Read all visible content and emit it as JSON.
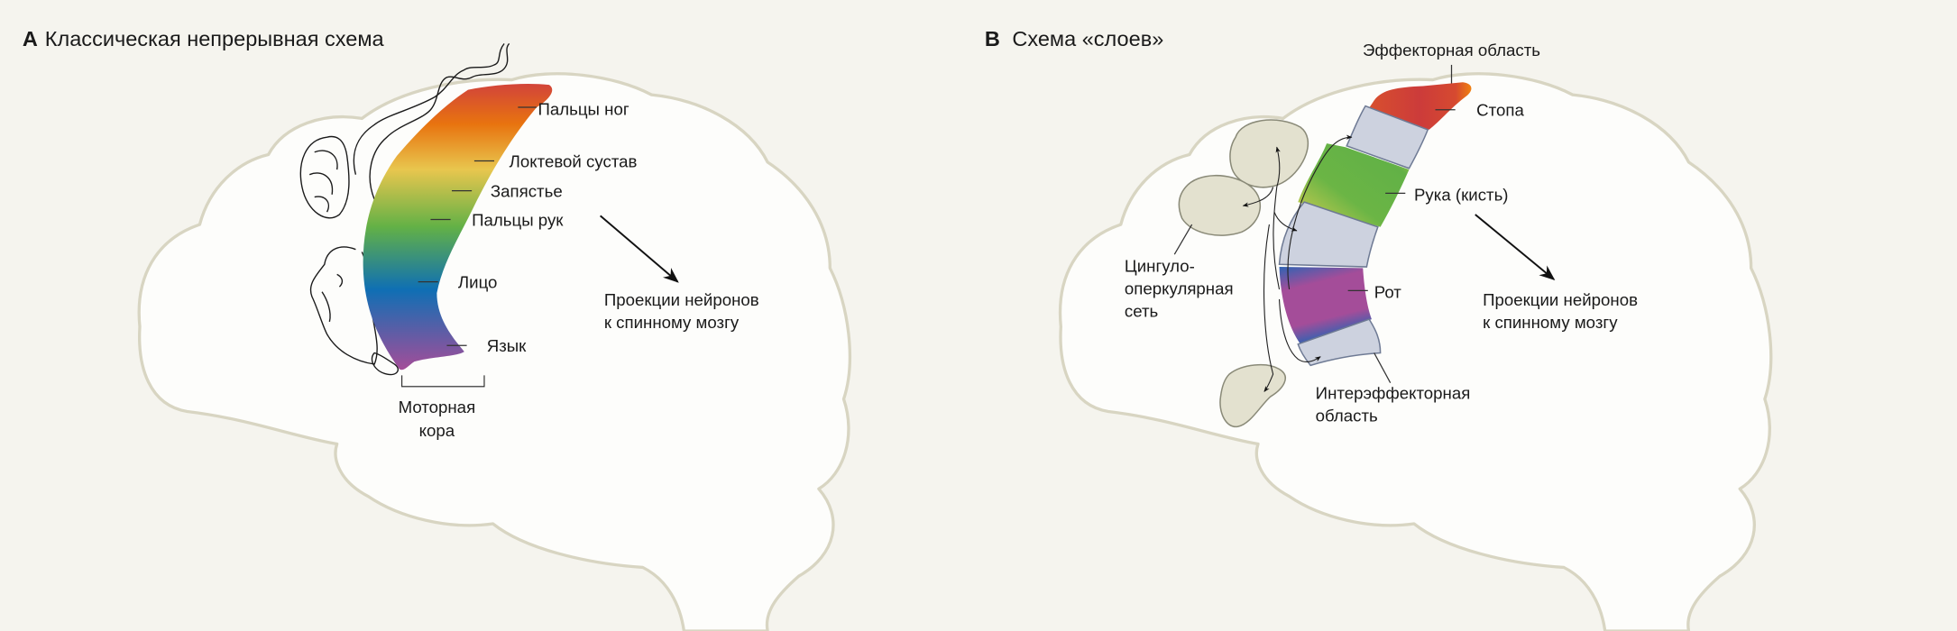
{
  "panel_a": {
    "letter": "A",
    "title": "Классическая непрерывная схема",
    "labels": {
      "toes": "Пальцы ног",
      "elbow": "Локтевой сустав",
      "wrist": "Запястье",
      "fingers": "Пальцы рук",
      "face": "Лицо",
      "tongue": "Язык"
    },
    "projection": [
      "Проекции нейронов",
      "к спинному мозгу"
    ],
    "motor_cortex": [
      "Моторная",
      "кора"
    ]
  },
  "panel_b": {
    "letter": "B",
    "title": "Схема «слоев»",
    "labels": {
      "effector": "Эффекторная область",
      "foot": "Стопа",
      "hand": "Рука (кисть)",
      "mouth": "Рот",
      "cingulo": [
        "Цингуло-",
        "оперкулярная",
        "сеть"
      ],
      "inter": [
        "Интерэффекторная",
        "область"
      ]
    },
    "projection": [
      "Проекции нейронов",
      "к спинному мозгу"
    ]
  },
  "colors": {
    "background": "#f5f4ee",
    "brain_fill": "#fdfdfb",
    "brain_outline": "#d8d5c2",
    "red": "#d2443a",
    "orange": "#e8730f",
    "yellow": "#e8c64e",
    "green": "#63b146",
    "blue": "#0f6fb4",
    "purple": "#a44d99",
    "inter_grey": "#cdd2df",
    "network_blob": "#e3e1cf"
  }
}
